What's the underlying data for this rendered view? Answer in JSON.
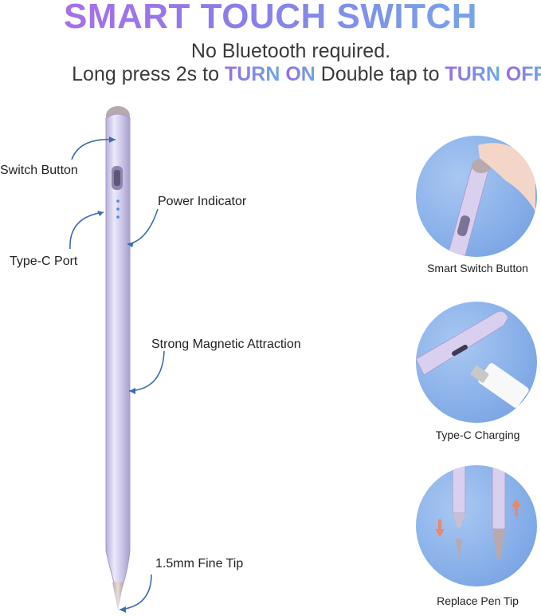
{
  "header": {
    "title": "SMART TOUCH SWITCH",
    "line1": "No Bluetooth required.",
    "line2_prefix": "Long press 2s to ",
    "turn_on_1": "TURN",
    "turn_on_2": "ON",
    "line2_mid": " Double tap to ",
    "turn_off_1": "TURN",
    "turn_off_2": "OFF"
  },
  "callouts": {
    "switch_button": "Switch Button",
    "power_indicator": "Power Indicator",
    "type_c_port": "Type-C Port",
    "magnetic": "Strong Magnetic Attraction",
    "fine_tip": "1.5mm Fine Tip"
  },
  "features": [
    {
      "caption": "Smart Switch Button"
    },
    {
      "caption": "Type-C Charging"
    },
    {
      "caption": "Replace Pen Tip"
    }
  ],
  "colors": {
    "title_start": "#b06ae8",
    "title_end": "#6fb0e8",
    "pen_body": "#d9d4ef",
    "circle_bg": "#86aee8",
    "arrow": "#3d6cb0"
  }
}
